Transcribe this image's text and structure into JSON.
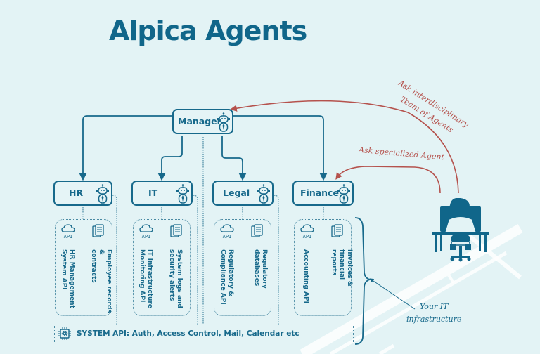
{
  "title": "Alpica Agents",
  "colors": {
    "background": "#e3f3f5",
    "primary": "#17698b",
    "annotation": "#b5524d"
  },
  "manager": {
    "label": "Manager",
    "icon": "robot-agent-icon"
  },
  "agents": [
    {
      "label": "HR",
      "icon": "robot-agent-icon",
      "api_label": "HR Management\nSystem API",
      "doc_label": "Employee records &\ncontracts"
    },
    {
      "label": "IT",
      "icon": "robot-agent-icon",
      "api_label": "IT Infrastructure\nMonitoring API",
      "doc_label": "System logs and\nsecurity alerts"
    },
    {
      "label": "Legal",
      "icon": "robot-agent-icon",
      "api_label": "Regulatory &\nCompliance API",
      "doc_label": "Regulatory databases"
    },
    {
      "label": "Finance",
      "icon": "robot-agent-icon",
      "api_label": "Accounting API",
      "doc_label": "Invoices & financial\nreports"
    }
  ],
  "api_icon_text": "API",
  "system_api": {
    "label": "SYSTEM API: Auth, Access Control, Mail, Calendar etc",
    "icon": "chip-icon"
  },
  "annotations": {
    "team": "Ask interdisciplinary\nTeam of Agents",
    "specialized": "Ask specialized Agent",
    "infrastructure": "Your IT\ninfrastructure"
  },
  "user_icon": "user-at-desk-icon"
}
